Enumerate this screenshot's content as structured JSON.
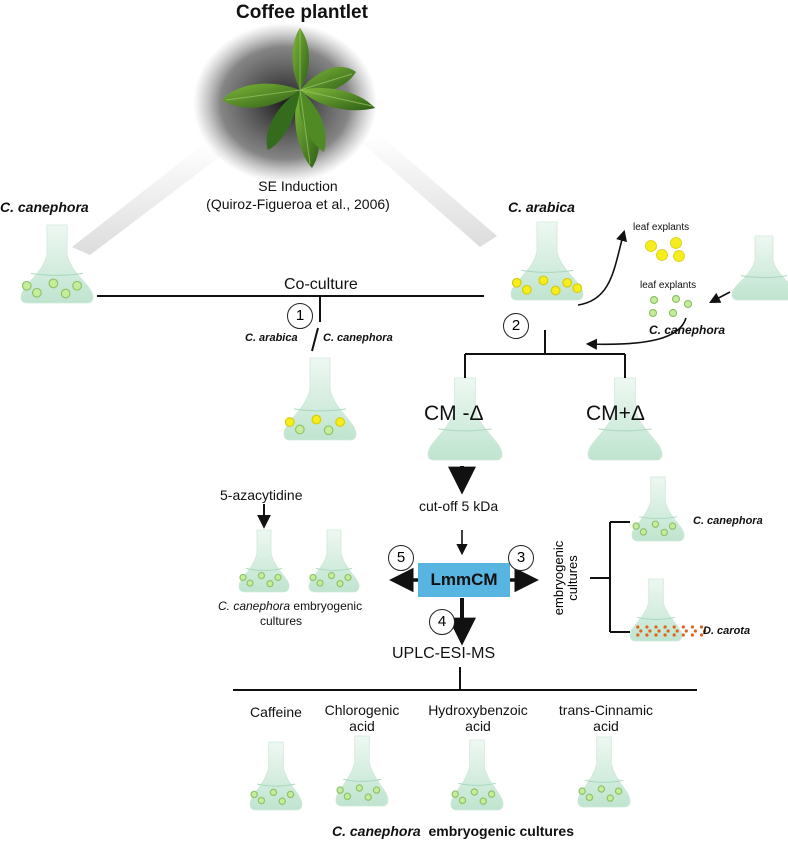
{
  "title": "Coffee plantlet",
  "induction": {
    "line1": "SE Induction",
    "line2": "(Quiroz-Figueroa et al., 2006)"
  },
  "species": {
    "canephora": "C. canephora",
    "arabica": "C. arabica",
    "carota": "D. carota"
  },
  "coculture": {
    "label": "Co-culture",
    "step": "1",
    "left": "C. arabica",
    "slash": "/",
    "right": "C. canephora"
  },
  "leaf_explants": {
    "top": "leaf explants",
    "bottom": "leaf explants"
  },
  "step2": "2",
  "cm_minus": "CM -Δ",
  "cm_plus": "CM+Δ",
  "cutoff": "cut-off 5 kDa",
  "azacytidine": "5-azacytidine",
  "lmmcm": "LmmCM",
  "step3": "3",
  "step4": "4",
  "step5": "5",
  "embryogenic_vertical": "embryogenic cultures",
  "step5_caption": {
    "species": "C. canephora",
    "rest": "embryogenic",
    "line2": "cultures"
  },
  "uplc": "UPLC-ESI-MS",
  "compounds": [
    {
      "line1": "Caffeine",
      "line2": ""
    },
    {
      "line1": "Chlorogenic",
      "line2": "acid"
    },
    {
      "line1": "Hydroxybenzoic",
      "line2": "acid"
    },
    {
      "line1": "trans-Cinnamic",
      "line2": "acid"
    }
  ],
  "footer": {
    "species": "C. canephora",
    "rest": "embryogenic cultures"
  },
  "colors": {
    "flask_light": "#eef8f2",
    "flask_dark": "#bfe4cf",
    "bead_green": "#c6ec9c",
    "bead_yellow": "#f6ee1c",
    "dot_orange": "#e0641c",
    "lmm_blue": "#58b4e0",
    "leaf_green": "#3c7a20"
  }
}
